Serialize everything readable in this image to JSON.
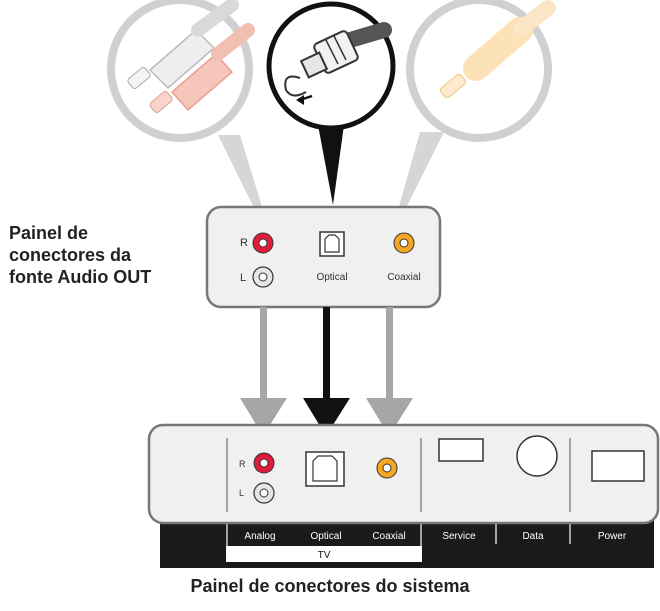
{
  "source_panel": {
    "title_lines": [
      "Painel de",
      "conectores da",
      "fonte Audio OUT"
    ],
    "jack_r": "R",
    "jack_l": "L",
    "optical_label": "Optical",
    "coaxial_label": "Coaxial"
  },
  "system_panel": {
    "jack_r": "R",
    "jack_l": "L",
    "bar_labels": {
      "analog": "Analog",
      "optical": "Optical",
      "coaxial": "Coaxial",
      "service": "Service",
      "data": "Data",
      "power": "Power"
    },
    "group_label": "TV",
    "caption": "Painel de conectores do sistema"
  },
  "colors": {
    "red_jack": "#e01c3c",
    "orange_jack": "#f5a623",
    "panel_fill": "#f0f0f0",
    "panel_border": "#777777",
    "gray_arrow": "#a6a6a6",
    "black_arrow": "#111111",
    "bar": "#1a1a1a"
  },
  "icons": [
    "rca-cable-icon",
    "optical-cable-icon",
    "coaxial-cable-icon"
  ]
}
